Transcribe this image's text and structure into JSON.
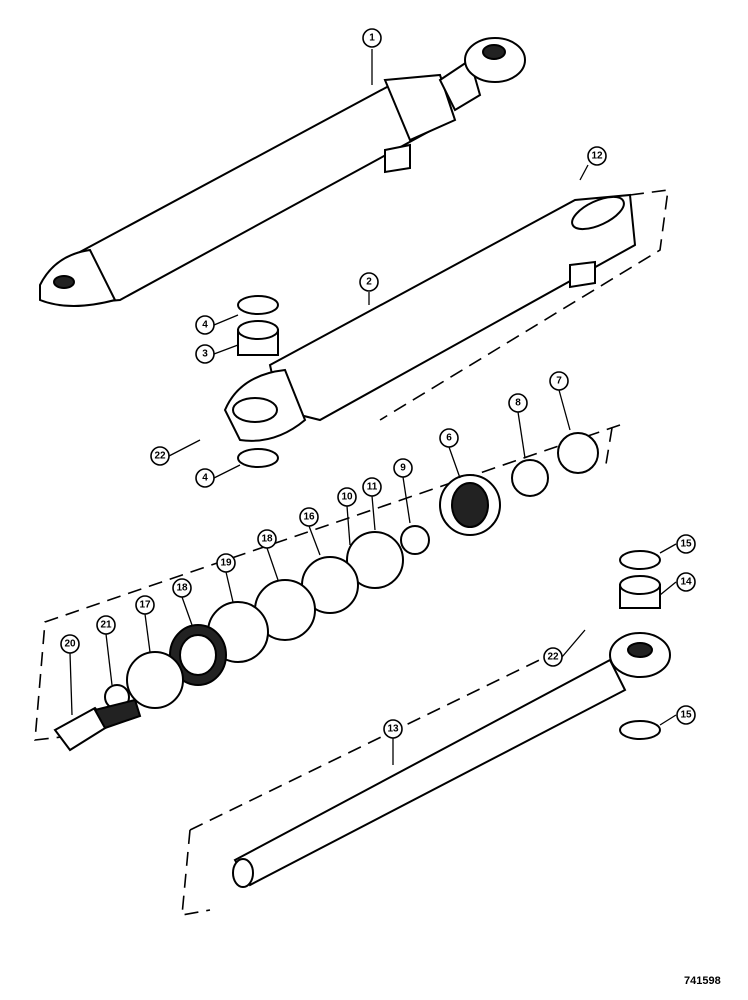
{
  "figure_number": "741598",
  "callouts": [
    "1",
    "2",
    "3",
    "4",
    "4",
    "6",
    "7",
    "8",
    "9",
    "10",
    "11",
    "12",
    "13",
    "14",
    "15",
    "15",
    "16",
    "17",
    "18",
    "19",
    "18",
    "20",
    "21",
    "22",
    "22"
  ]
}
